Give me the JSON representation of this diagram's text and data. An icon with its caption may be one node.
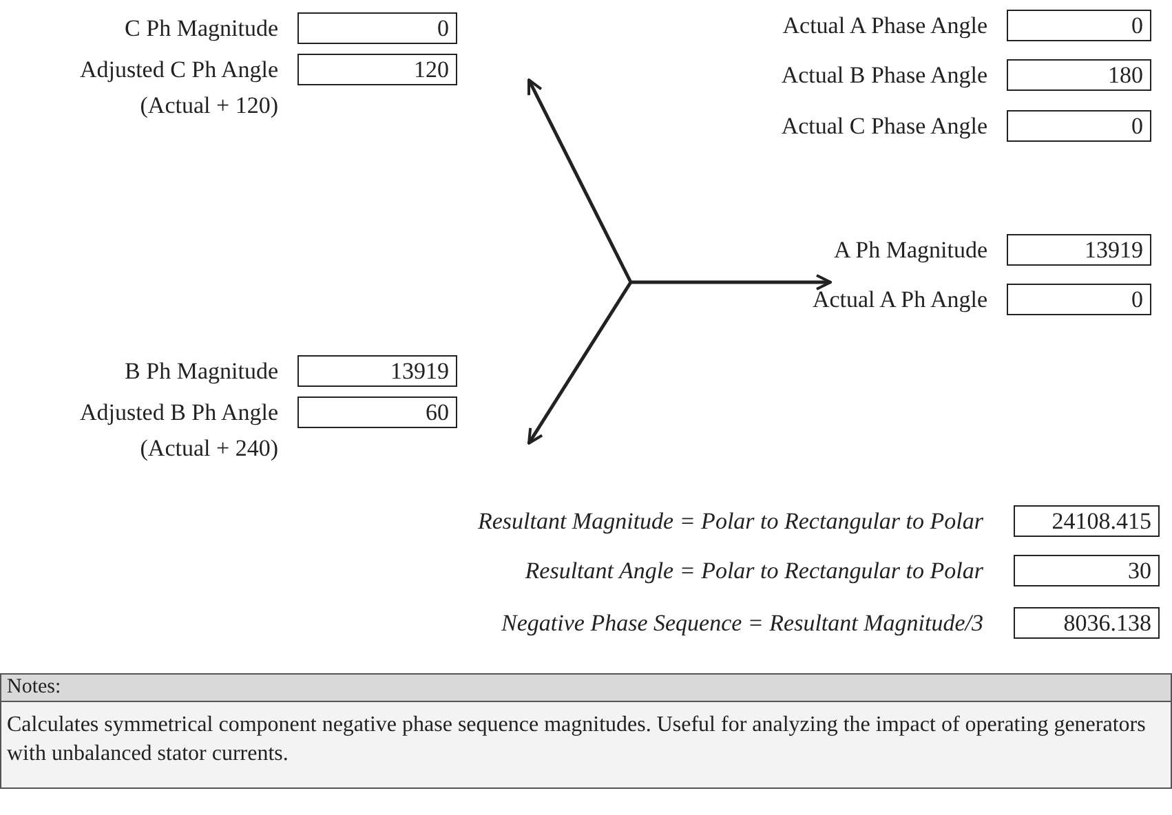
{
  "diagram": {
    "nodes": [
      {
        "text": [
          "0"
        ],
        "beside": [
          "Actual A Phase Angle"
        ]
      },
      {
        "text": [
          "180"
        ],
        "beside": [
          "Actual B Phase Angle"
        ]
      },
      {
        "text": [
          "0"
        ],
        "beside": [
          "Actual C Phase Angle"
        ]
      },
      {
        "text": [
          "0"
        ],
        "beside": [
          "C Ph Magnitude"
        ]
      },
      {
        "text": [
          "120"
        ],
        "beside": [
          "Adjusted C Ph Angle",
          "(Actual + 120)"
        ]
      },
      {
        "text": [
          "13919"
        ],
        "beside": [
          "A Ph Magnitude"
        ]
      },
      {
        "text": [
          "0"
        ],
        "beside": [
          "Actual A Ph Angle"
        ]
      },
      {
        "text": [
          "13919"
        ],
        "beside": [
          "B Ph Magnitude"
        ]
      },
      {
        "text": [
          "60"
        ],
        "beside": [
          "Adjusted B Ph Angle",
          "(Actual + 240)"
        ]
      },
      {
        "text": [
          "24108.415"
        ],
        "beside": [
          "Resultant Magnitude = Polar to Rectangular to Polar"
        ]
      },
      {
        "text": [
          "30"
        ],
        "beside": [
          "Resultant Angle = Polar to Rectangular to Polar"
        ]
      },
      {
        "text": [
          "8036.138"
        ],
        "beside": [
          "Negative Phase Sequence = Resultant Magnitude/3"
        ]
      },
      {
        "text": [
          "Notes:",
          "Calculates symmetrical component negative phase sequence magnitudes. Useful for analyzing the impact of operating generators with unbalanced stator currents."
        ]
      }
    ],
    "edges": []
  }
}
